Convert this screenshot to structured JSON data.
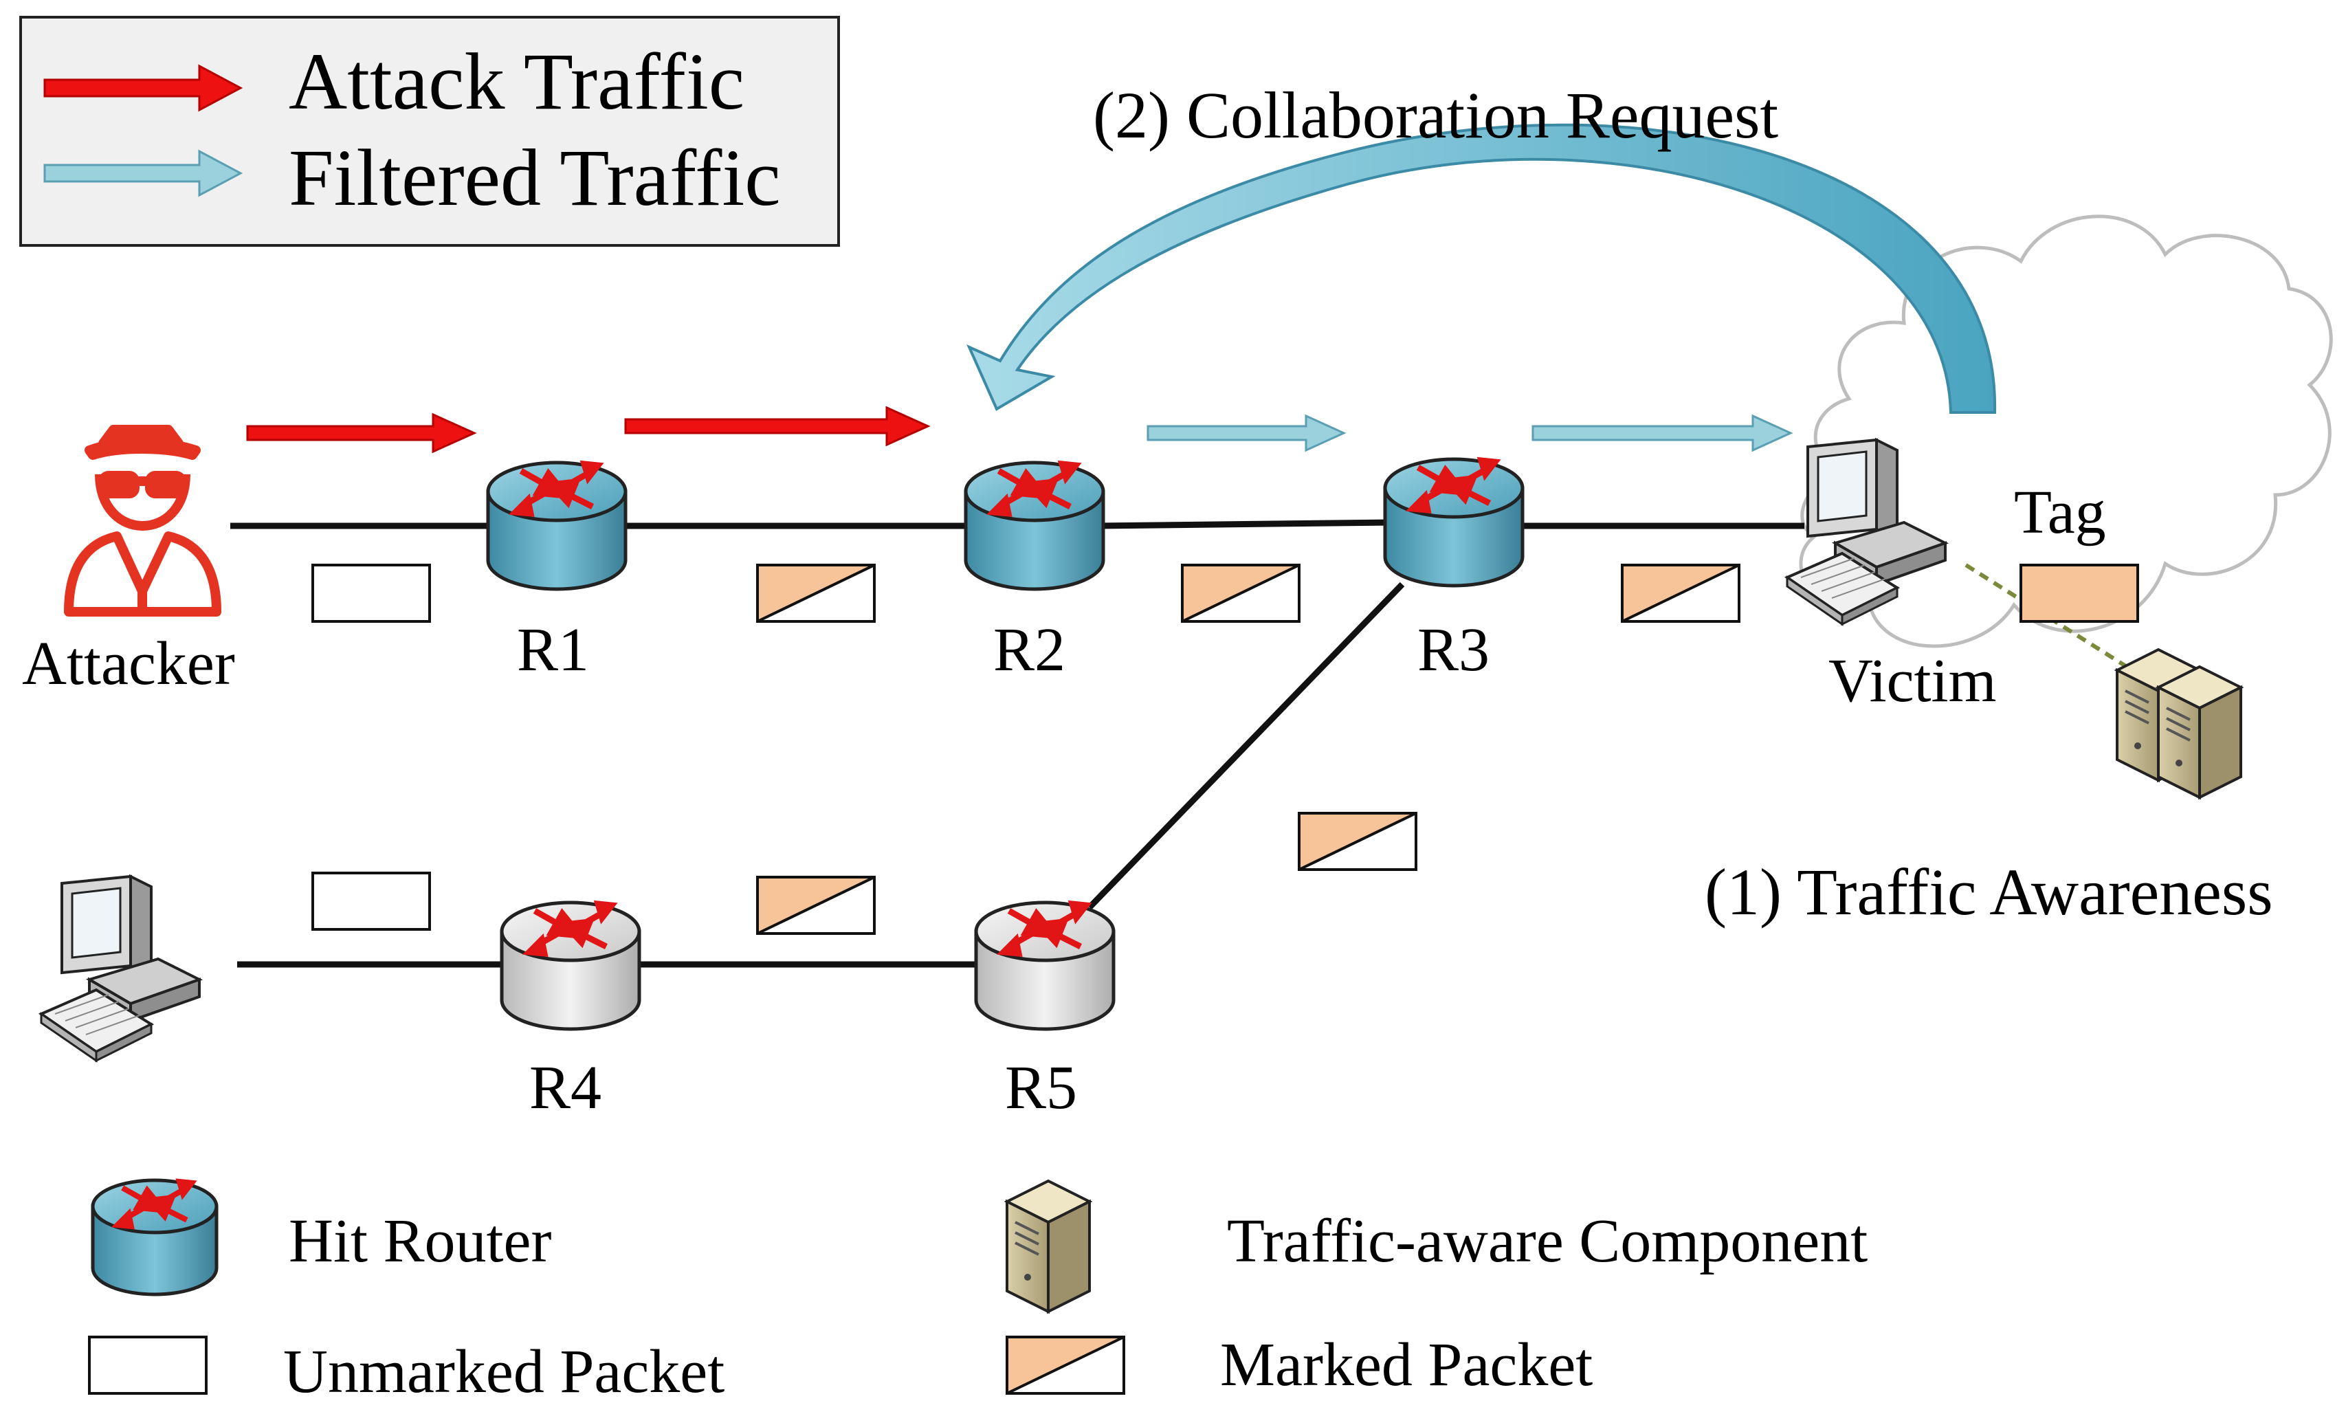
{
  "legend_top": {
    "attack_traffic": "Attack Traffic",
    "filtered_traffic": "Filtered Traffic"
  },
  "steps": {
    "collaboration_request": "(2) Collaboration Request",
    "traffic_awareness": "(1) Traffic Awareness"
  },
  "nodes": {
    "attacker": "Attacker",
    "r1": "R1",
    "r2": "R2",
    "r3": "R3",
    "r4": "R4",
    "r5": "R5",
    "victim": "Victim",
    "tag": "Tag"
  },
  "legend_bottom": {
    "hit_router": "Hit Router",
    "unmarked_packet": "Unmarked Packet",
    "traffic_aware_component": "Traffic-aware Component",
    "marked_packet": "Marked Packet"
  },
  "colors": {
    "attack": "#ee1111",
    "filtered": "#8cc5d3",
    "hit_router": "#4fa3bd",
    "normal_router": "#d6d6d6",
    "marked_packet": "#f7c49a",
    "attacker_icon": "#e53322"
  }
}
